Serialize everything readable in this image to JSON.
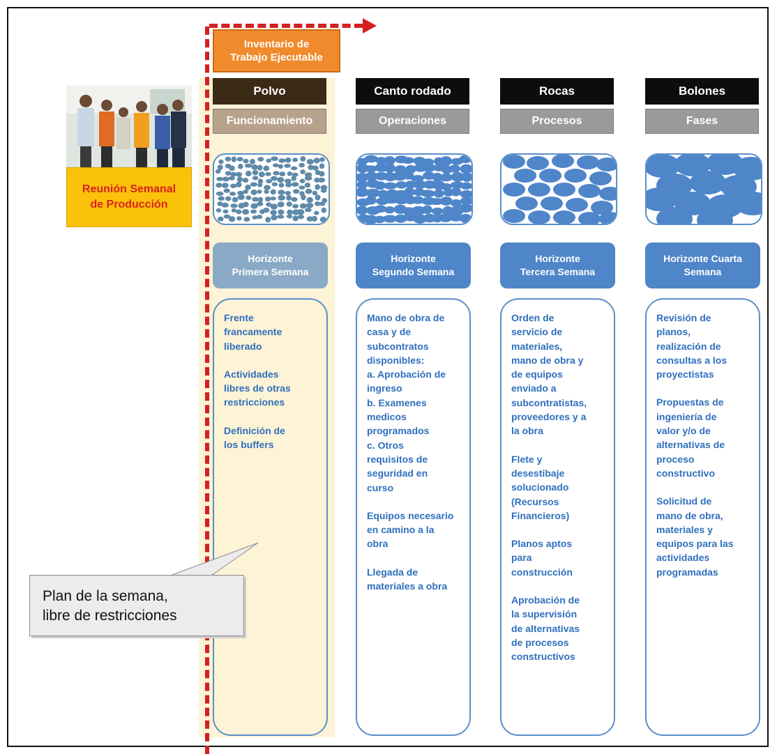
{
  "inventory_label": "Inventario de\nTrabajo Ejecutable",
  "meeting_label": "Reunión Semanal\nde Producción",
  "callout_text": "Plan de la semana,\nlibre de restricciones",
  "colors": {
    "arrow": "#d42020",
    "header_bg": "#0d0d0d",
    "sub_bg": "#9a9a9a",
    "accent_blue": "#4f85c9",
    "text_blue": "#2f6fbd",
    "band": "#fdf3d6",
    "inventory": "#f08a2c",
    "meeting": "#fbc20a"
  },
  "columns": [
    {
      "title": "Polvo",
      "subtitle": "Funcionamiento",
      "horizon": "Horizonte\nPrimera Semana",
      "particles": "fine",
      "items": [
        "Frente\nfrancamente\nliberado",
        "Actividades\nlibres de otras\nrestricciones",
        "Definición de\nlos buffers"
      ]
    },
    {
      "title": "Canto rodado",
      "subtitle": "Operaciones",
      "horizon": "Horizonte\nSegundo Semana",
      "particles": "small",
      "items": [
        "Mano de obra de\ncasa y de\nsubcontratos\ndisponibles:\na. Aprobación de\ningreso\nb. Examenes\nmedicos\nprogramados\nc. Otros\nrequisitos de\nseguridad en\ncurso",
        "Equipos necesario\nen camino a la\nobra",
        "Llegada de\nmateriales a obra"
      ]
    },
    {
      "title": "Rocas",
      "subtitle": "Procesos",
      "horizon": "Horizonte\nTercera Semana",
      "particles": "medium",
      "items": [
        "Orden de\nservicio de\nmateriales,\nmano de obra y\nde equipos\nenviado a\nsubcontratistas,\nproveedores y a\nla obra",
        "Flete y\ndesestibaje\nsolucionado\n(Recursos\nFinancieros)",
        "Planos aptos\npara\nconstrucción",
        "Aprobación de\nla supervisión\nde alternativas\nde procesos\nconstructivos"
      ]
    },
    {
      "title": "Bolones",
      "subtitle": "Fases",
      "horizon": "Horizonte Cuarta\nSemana",
      "particles": "large",
      "items": [
        "Revisión de\nplanos,\nrealización de\nconsultas a los\nproyectistas",
        "Propuestas de\ningeniería de\nvalor y/o de\nalternativas de\nproceso\nconstructivo",
        "Solicitud de\nmano de obra,\nmateriales y\nequipos para las\nactividades\nprogramadas"
      ]
    }
  ]
}
